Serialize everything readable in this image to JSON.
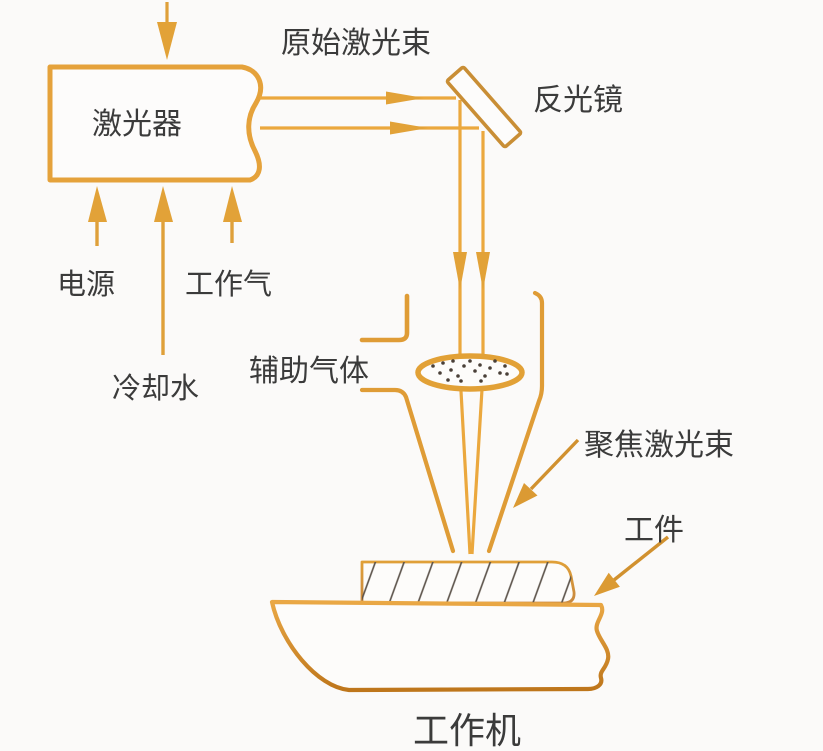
{
  "diagram": {
    "kind": "laser-cutting-machine-schematic",
    "labels": {
      "laser": "激光器",
      "original_beam": "原始激光束",
      "mirror": "反光镜",
      "power": "电源",
      "working_gas": "工作气",
      "cooling_water": "冷却水",
      "auxiliary_gas": "辅助气体",
      "focused_beam": "聚焦激光束",
      "workpiece": "工件",
      "work_machine": "工作机"
    },
    "colors": {
      "accent_orange": "#E5A23B",
      "beam_orange": "#EBA83E",
      "bed_outline_dark": "#BE761B",
      "mirror_outline": "#C98E35",
      "label_text": "#3B3B3B",
      "hatch_line": "#5A5148",
      "background": "#FBFAF9"
    }
  }
}
